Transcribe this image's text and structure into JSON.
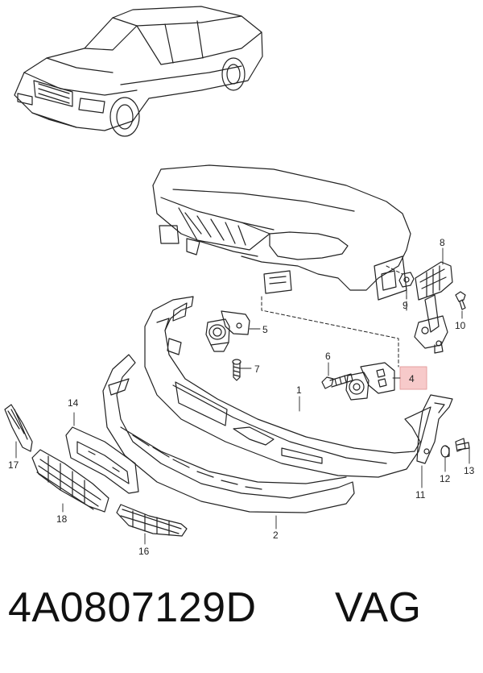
{
  "diagram": {
    "callouts": [
      "1",
      "2",
      "4",
      "5",
      "6",
      "7",
      "8",
      "9",
      "10",
      "11",
      "12",
      "13",
      "14",
      "16",
      "17",
      "18"
    ],
    "highlight_color": "#f7caca"
  },
  "footer": {
    "part_number": "4A0807129D",
    "brand": "VAG"
  }
}
